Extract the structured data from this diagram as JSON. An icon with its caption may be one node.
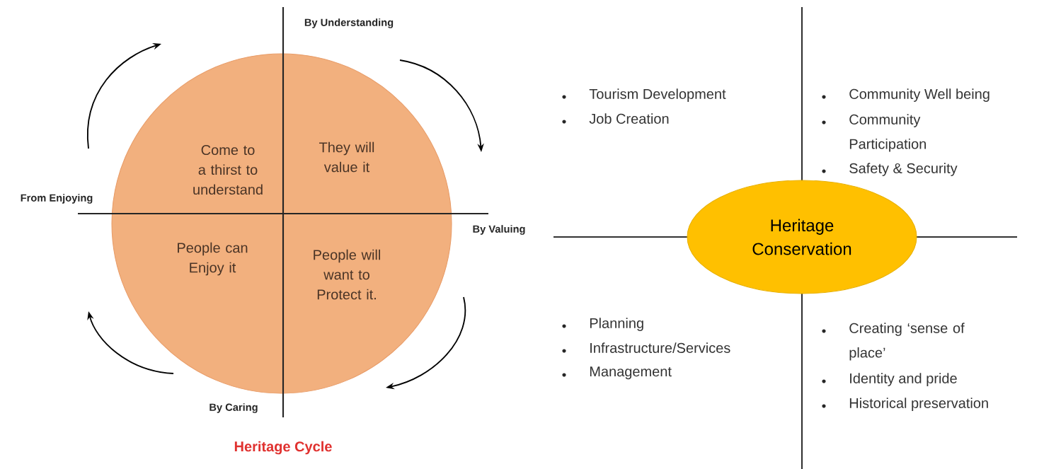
{
  "diagram": {
    "caption": "Heritage Cycle",
    "nodes": [
      {
        "text": [
          "Come to a thirst to understand",
          "They will value it",
          "People can Enjoy it",
          "People will want to Protect it."
        ]
      },
      {
        "text": [
          "Heritage Conservation"
        ]
      }
    ],
    "labels": [
      "By Understanding",
      "From Enjoying",
      "By Valuing",
      "By Caring",
      "Tourism Development",
      "Job Creation",
      "Community Well being",
      "Community Participation",
      "Safety & Security",
      "Planning",
      "Infrastructure/Services",
      "Management",
      "Creating ‘sense of place’",
      "Identity and pride",
      "Historical preservation"
    ]
  }
}
